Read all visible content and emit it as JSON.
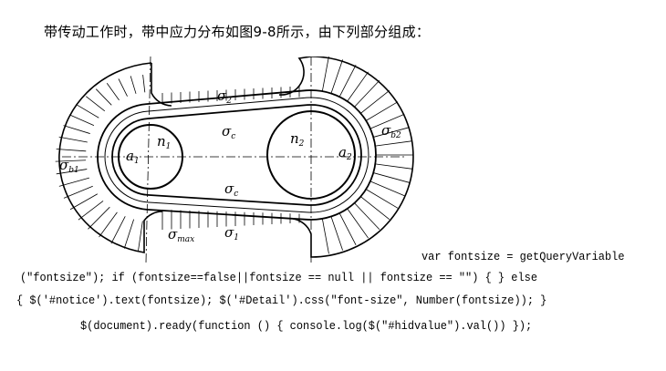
{
  "heading": "带传动工作时，带中应力分布如图9-8所示，由下列部分组成：",
  "figure": {
    "labels": {
      "sigma2": "σ",
      "sigma2_sub": "2",
      "sigmac_top": "σ",
      "sigmac_top_sub": "c",
      "sigmac_bottom": "σ",
      "sigmac_bottom_sub": "c",
      "sigma1": "σ",
      "sigma1_sub": "1",
      "sigmamax": "σ",
      "sigmamax_sub": "max",
      "sigmab1": "σ",
      "sigmab1_sub": "b1",
      "sigmab2": "σ",
      "sigmab2_sub": "b2",
      "n1": "n",
      "n1_sub": "1",
      "n2": "n",
      "n2_sub": "2",
      "a1": "a",
      "a1_sub": "1",
      "a2": "a",
      "a2_sub": "2"
    }
  },
  "code_lines": [
    "var fontsize = getQueryVariable",
    "(\"fontsize\"); if (fontsize==false||fontsize == null || fontsize == \"\") { } else",
    "{ $('#notice').text(fontsize); $('#Detail').css(\"font-size\", Number(fontsize)); }",
    "$(document).ready(function () { console.log($(\"#hidvalue\").val()) });"
  ]
}
